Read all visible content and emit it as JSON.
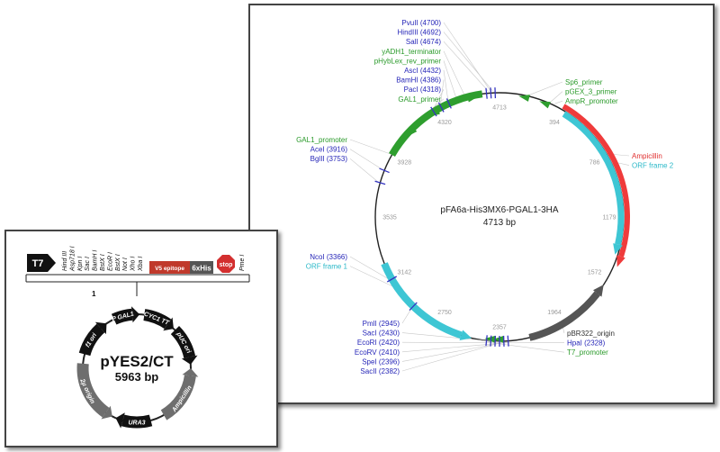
{
  "right_map": {
    "name": "pFA6a-His3MX6-PGAL1-3HA",
    "size": "4713 bp",
    "ticks": [
      "4713",
      "394",
      "786",
      "1179",
      "1572",
      "1964",
      "2357",
      "2750",
      "3142",
      "3535",
      "3928",
      "4320"
    ],
    "labels_top_left": [
      {
        "text": "PvuII (4700)",
        "color": "site"
      },
      {
        "text": "HindIII (4692)",
        "color": "site"
      },
      {
        "text": "SalI (4674)",
        "color": "site"
      },
      {
        "text": "yADH1_terminator",
        "color": "green"
      },
      {
        "text": "pHybLex_rev_primer",
        "color": "green"
      },
      {
        "text": "AscI (4432)",
        "color": "site"
      },
      {
        "text": "BamHI (4386)",
        "color": "site"
      },
      {
        "text": "PacI (4318)",
        "color": "site"
      },
      {
        "text": "GAL1_primer",
        "color": "green"
      }
    ],
    "labels_top_right": [
      {
        "text": "Sp6_primer",
        "color": "green"
      },
      {
        "text": "pGEX_3_primer",
        "color": "green"
      },
      {
        "text": "AmpR_promoter",
        "color": "green"
      }
    ],
    "labels_left_mid": [
      {
        "text": "GAL1_promoter",
        "color": "green"
      },
      {
        "text": "AceI (3916)",
        "color": "site"
      },
      {
        "text": "BglII (3753)",
        "color": "site"
      }
    ],
    "labels_right_mid": [
      {
        "text": "Ampicillin",
        "color": "red"
      },
      {
        "text": "ORF frame 2",
        "color": "cyan"
      }
    ],
    "labels_left_low": [
      {
        "text": "NcoI (3366)",
        "color": "site"
      },
      {
        "text": "ORF frame 1",
        "color": "cyan"
      }
    ],
    "labels_bottom_left": [
      {
        "text": "PmlI (2945)",
        "color": "site"
      },
      {
        "text": "SacI (2430)",
        "color": "site"
      },
      {
        "text": "EcoRI (2420)",
        "color": "site"
      },
      {
        "text": "EcoRV (2410)",
        "color": "site"
      },
      {
        "text": "SpeI (2396)",
        "color": "site"
      },
      {
        "text": "SacII (2382)",
        "color": "site"
      }
    ],
    "labels_bottom_right": [
      {
        "text": "pBR322_origin",
        "color": "dark"
      },
      {
        "text": "HpaI (2328)",
        "color": "site"
      },
      {
        "text": "T7_promoter",
        "color": "green"
      }
    ],
    "colors": {
      "site": "#2626b8",
      "green": "#2a9a2a",
      "red": "#e03030",
      "cyan": "#2ab8c8",
      "dark": "#333333"
    }
  },
  "left_map": {
    "name": "pYES2/CT",
    "size": "5963 bp",
    "promoter": "T7",
    "sites": [
      "Hind III",
      "Asp718 I",
      "Kpn I",
      "Sac I",
      "BamH I",
      "BstX I",
      "EcoR I",
      "BstX I",
      "Not I",
      "Xho I",
      "Xba I"
    ],
    "v5": "V5 epitope",
    "his": "6xHis",
    "stop": "stop",
    "pme": "Pme I",
    "start_number": "1",
    "features": [
      "P GAL1",
      "CYC1 TT",
      "pUC ori",
      "Ampicillin",
      "URA3",
      "2μ origin",
      "f1 ori"
    ]
  }
}
